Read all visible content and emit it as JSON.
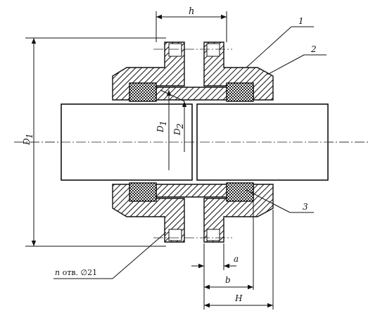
{
  "labels": {
    "h": "h",
    "H": "H",
    "a": "a",
    "b": "b",
    "D1_outer": "D",
    "D1_outer_sub": "1",
    "D1_inner": "D",
    "D1_inner_sub": "1",
    "D2": "D",
    "D2_sub": "2",
    "part1": "1",
    "part2": "2",
    "part3": "3",
    "holes_n": "n",
    "holes_text": " отв. ∅21"
  }
}
